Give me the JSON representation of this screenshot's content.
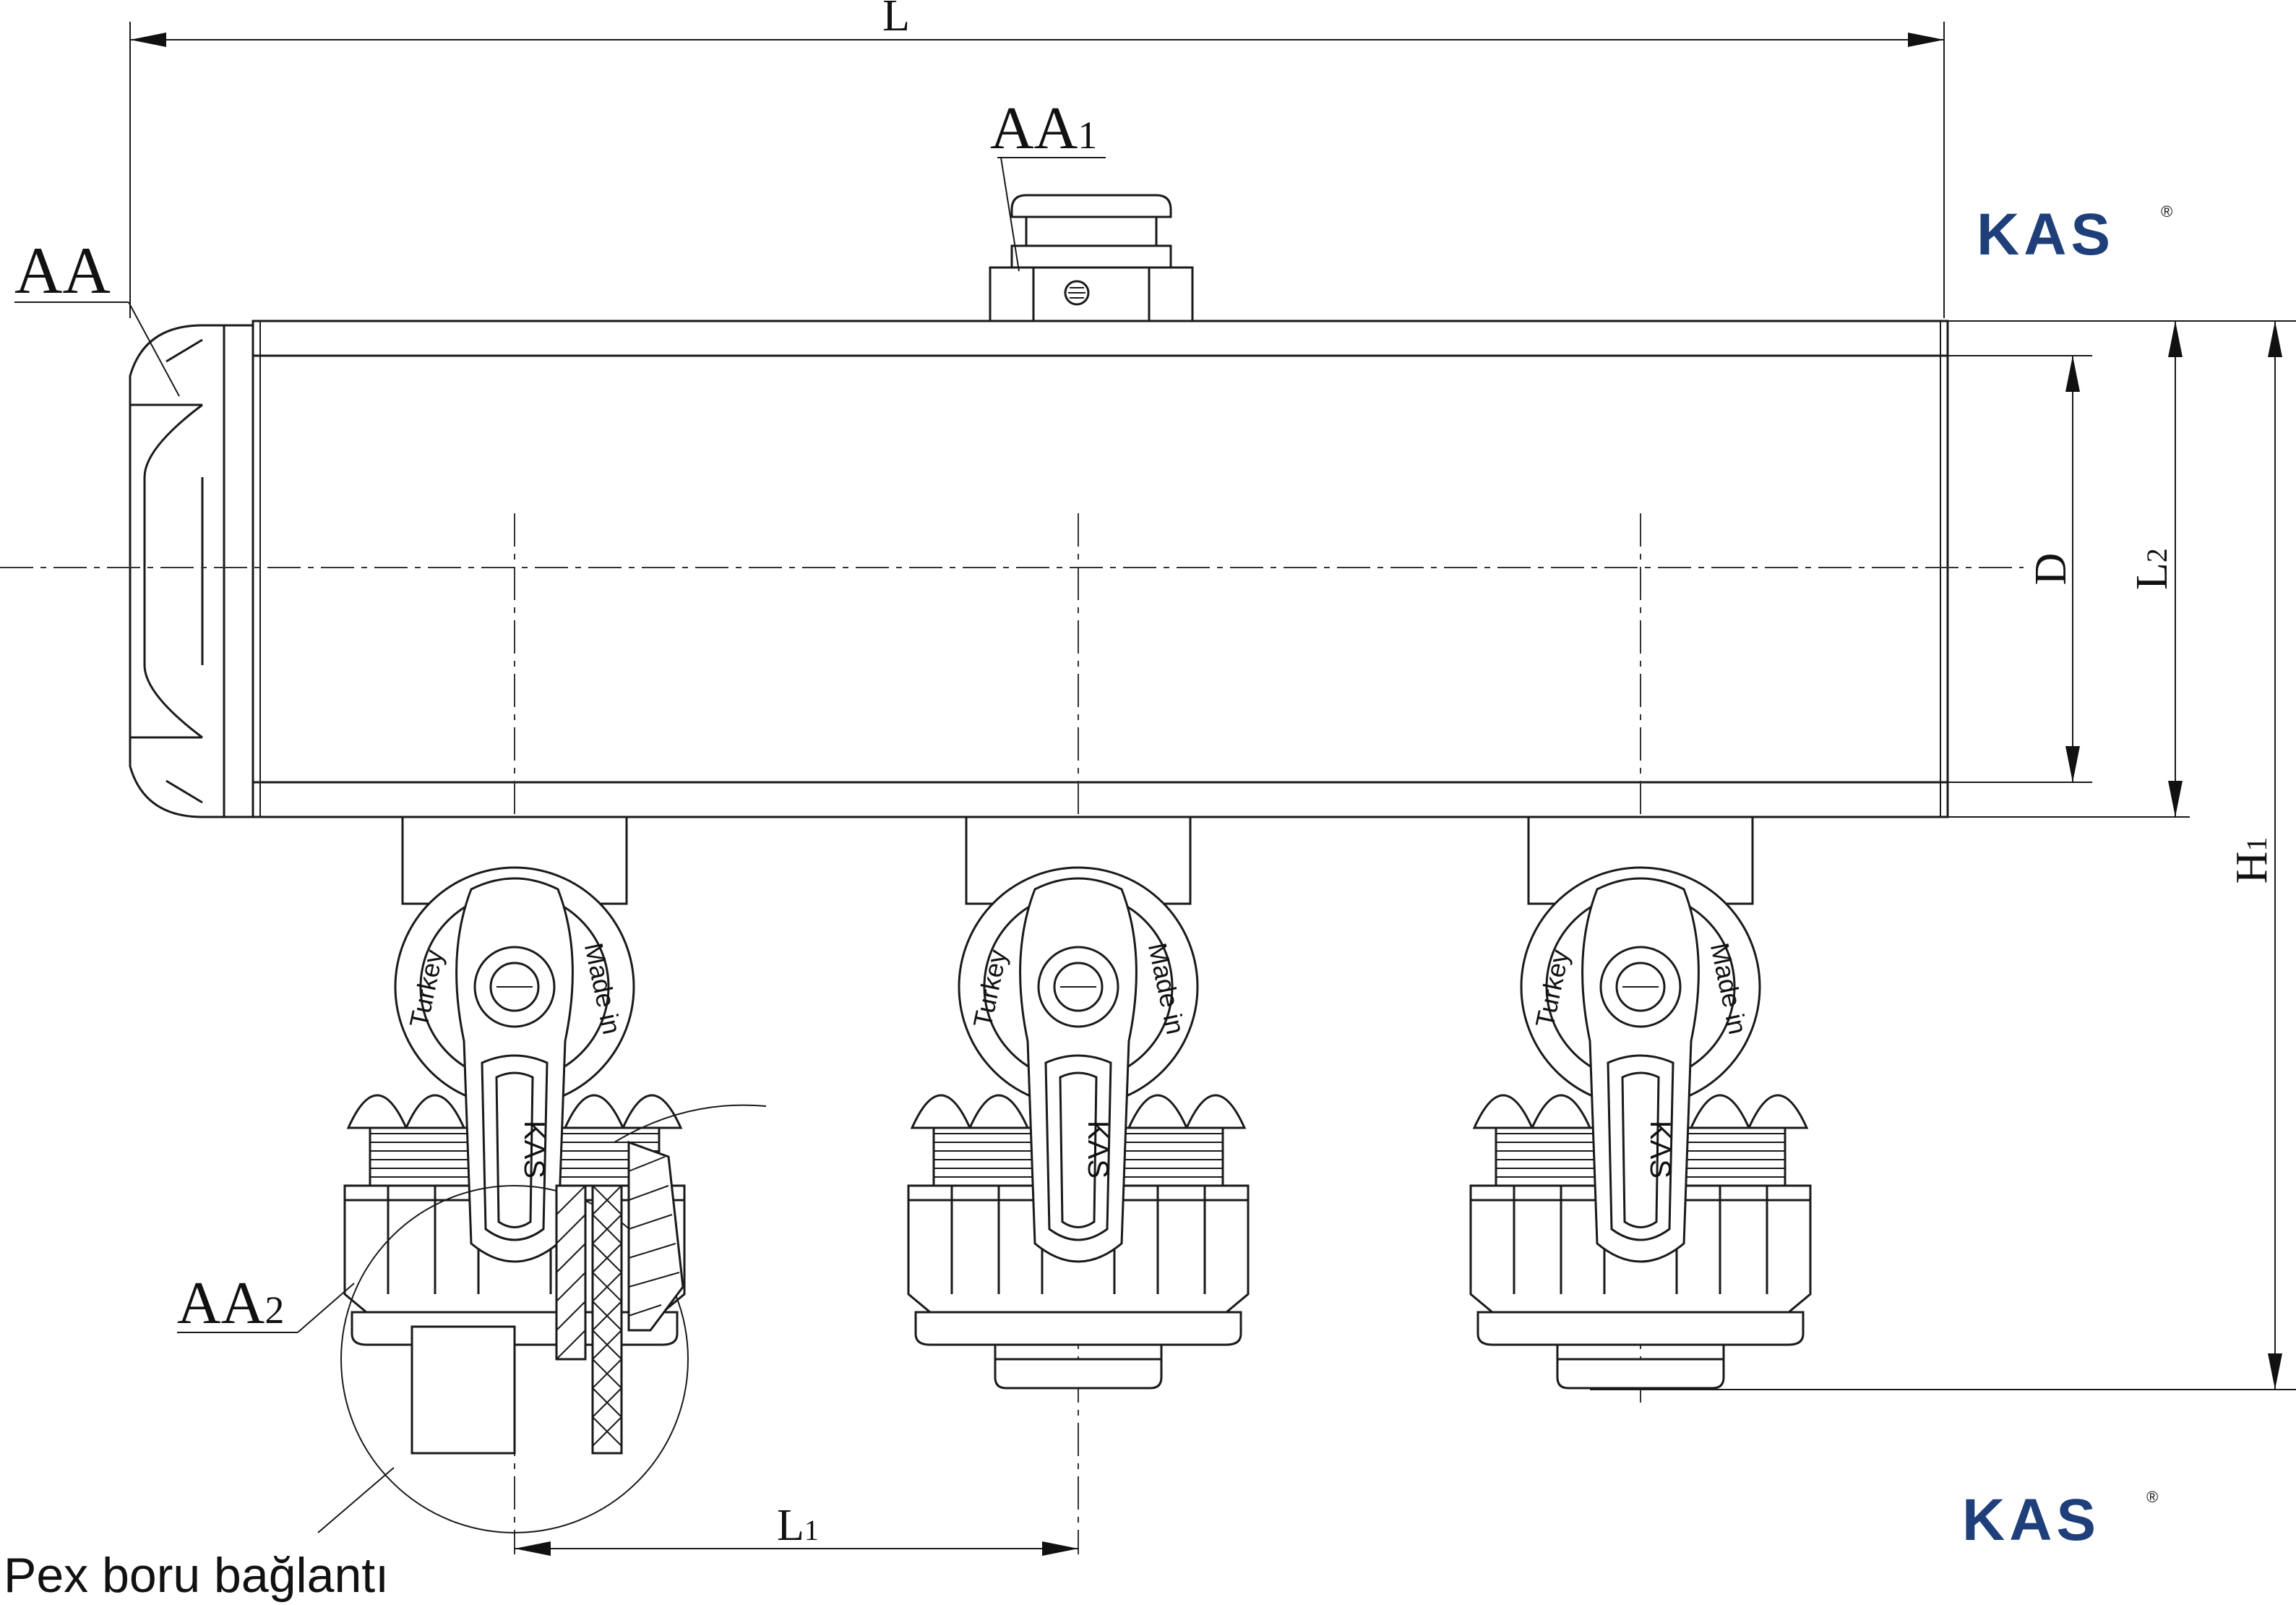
{
  "labels": {
    "L": "L",
    "AA": "AA",
    "AA1": "AA",
    "AA1_sub": "1",
    "AA2": "AA",
    "AA2_sub": "2",
    "D": "D",
    "L2": "L",
    "L2_sub": "2",
    "H1": "H",
    "H1_sub": "1",
    "L1": "L",
    "L1_sub": "1",
    "pex": "Pex boru bağlantı"
  },
  "brand": {
    "name": "KAS",
    "registered": "®",
    "color": "#1f3f7a"
  },
  "valve_handle": {
    "left_text": "Turkey",
    "right_text": "Made in",
    "handle_text": "KAS"
  }
}
